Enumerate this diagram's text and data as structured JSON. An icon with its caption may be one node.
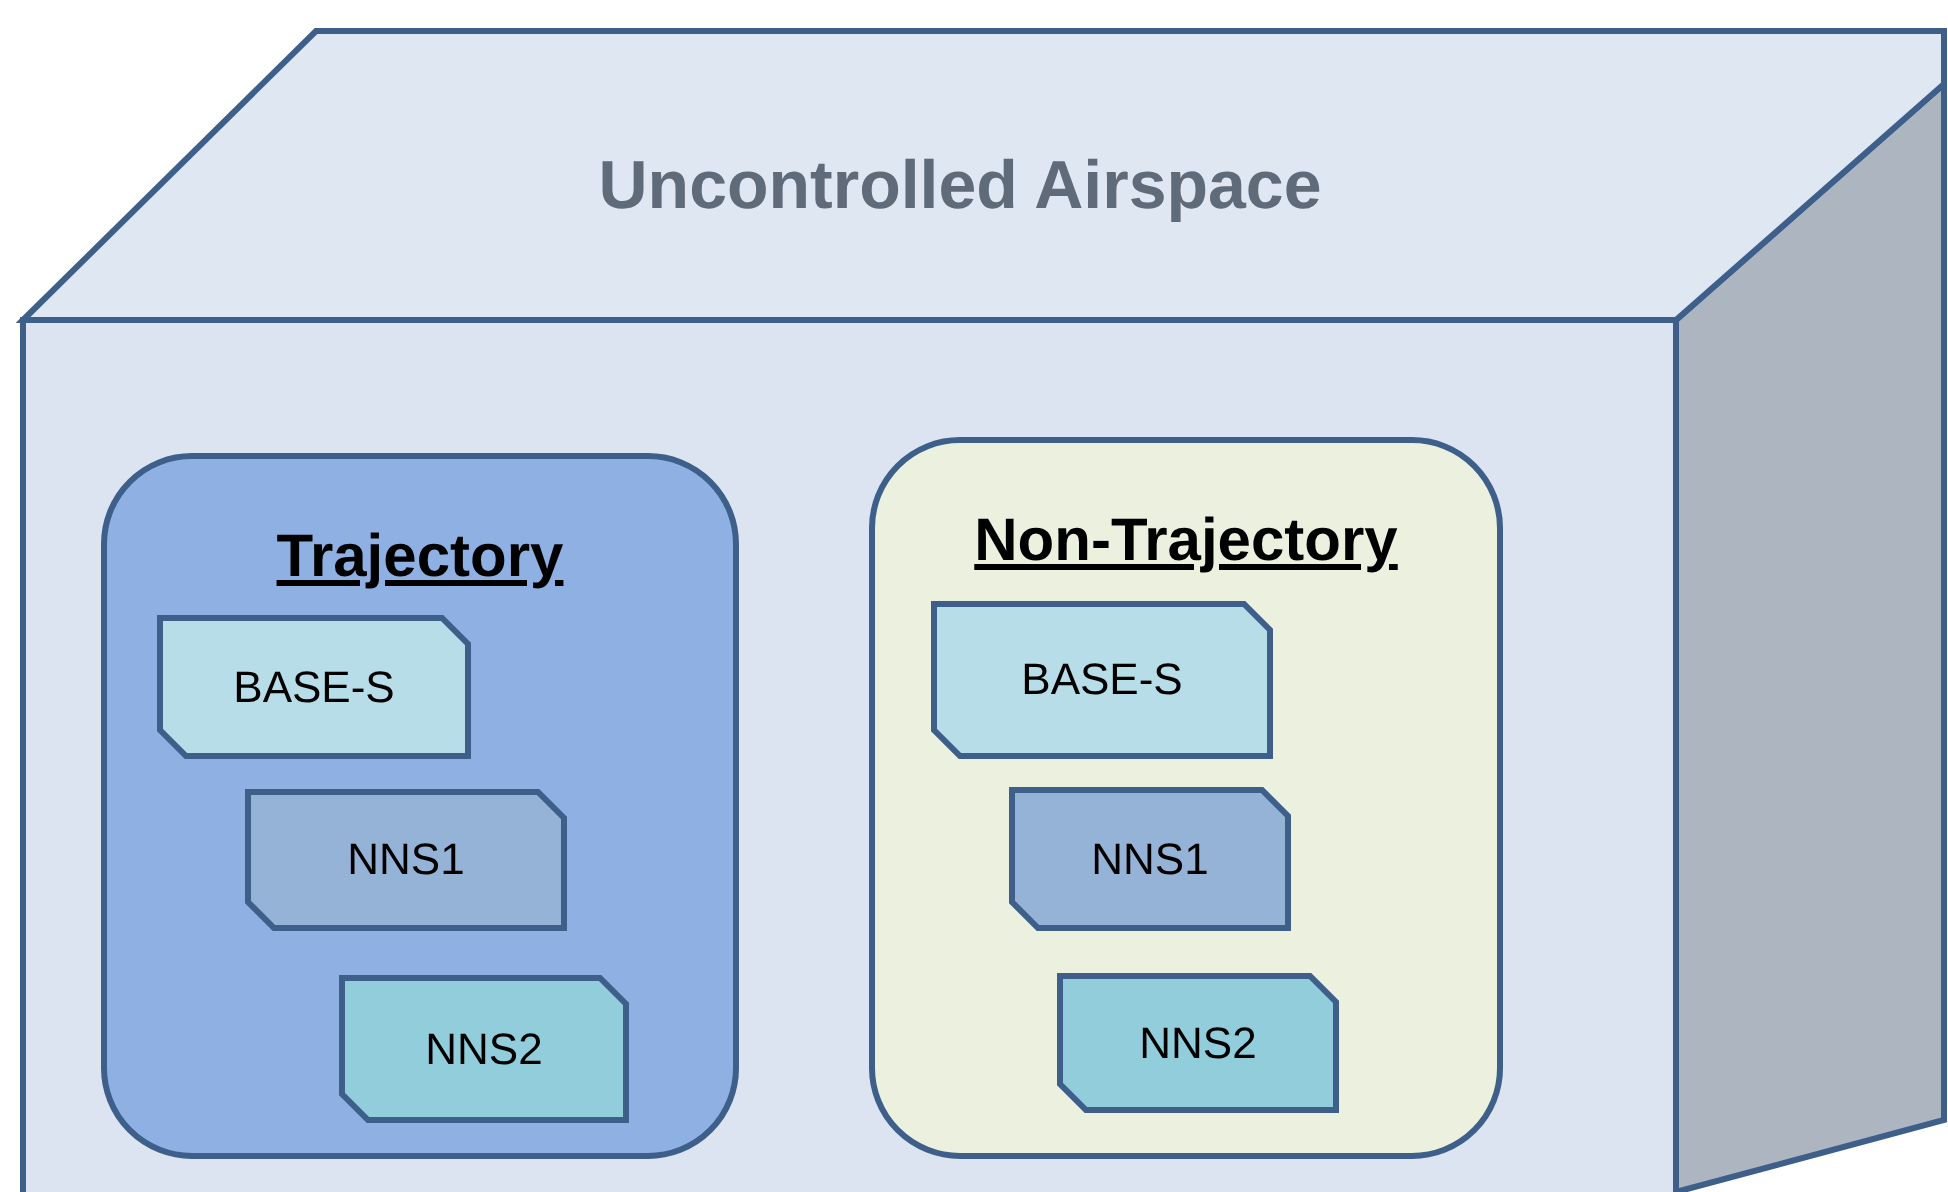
{
  "diagram": {
    "nodes": [
      {
        "text": [
          "Uncontrolled Airspace"
        ]
      },
      {
        "text": [
          "Trajectory"
        ],
        "in": 0
      },
      {
        "text": [
          "BASE-S"
        ],
        "in": 1
      },
      {
        "text": [
          "NNS1"
        ],
        "in": 1
      },
      {
        "text": [
          "NNS2"
        ],
        "in": 1
      },
      {
        "text": [
          "Non-Trajectory"
        ],
        "in": 0
      },
      {
        "text": [
          "BASE-S"
        ],
        "in": 5
      },
      {
        "text": [
          "NNS1"
        ],
        "in": 5
      },
      {
        "text": [
          "NNS2"
        ],
        "in": 5
      }
    ]
  }
}
